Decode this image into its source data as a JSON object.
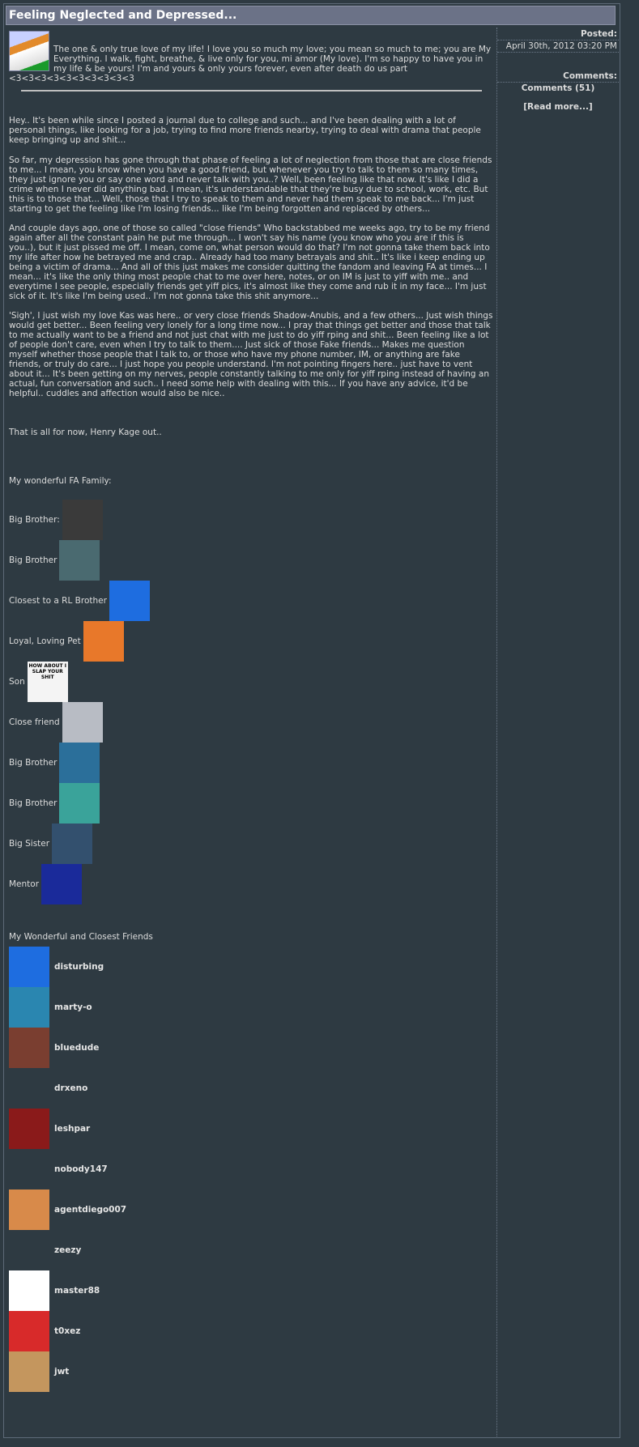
{
  "title": "Feeling Neglected and Depressed...",
  "sidebar": {
    "posted_label": "Posted:",
    "posted_date": "April 30th, 2012 03:20 PM",
    "comments_label": "Comments:",
    "comments_link": "Comments (51)",
    "read_more": "[Read more...]"
  },
  "header_text": "The one & only true love of my life! I love you so much my love; you mean so much to me; you are My Everything. I walk, fight, breathe, & live only for you, mi amor (My love). I'm so happy to have you in my life & be yours! I'm and yours & only yours forever, even after death do us part",
  "hearts": "<3<3<3<3<3<3<3<3<3<3",
  "paragraphs": [
    "Hey.. It's been while since I posted a journal due to college and such... and I've been dealing with a lot of personal things, like looking for a job, trying to find more friends nearby, trying to deal with drama that people keep bringing up and shit...",
    "So far, my depression has gone through that phase of feeling a lot of neglection from those that are close friends to me... I mean, you know when you have a good friend, but whenever you try to talk to them so many times, they just ignore you or say one word and never talk with you..? Well, been feeling like that now. It's like I did a crime when I never did anything bad. I mean, it's understandable that they're busy due to school, work, etc. But this is to those that... Well, those that I try to speak to them and never had them speak to me back... I'm just starting to get the feeling like I'm losing friends... like I'm being forgotten and replaced by others...",
    "And couple days ago, one of those so called \"close friends\" Who backstabbed me weeks ago, try to be my friend again after all the constant pain he put me through... I won't say his name (you know who you are if this is you..), but it just pissed me off. I mean, come on, what person would do that? I'm not gonna take them back into my life after how he betrayed me and crap.. Already had too many betrayals and shit.. It's like i keep ending up being a victim of drama... And all of this just makes me consider quitting the fandom and leaving FA at times... I mean... it's like the only thing most people chat to me over here, notes, or on IM is just to yiff with me.. and everytime I see people, especially friends get yiff pics, it's almost like they come and rub it in my face... I'm just sick of it. It's like I'm being used.. I'm not gonna take this shit anymore...",
    "'Sigh', I just wish my love Kas was here.. or very close friends Shadow-Anubis, and a few others... Just wish things would get better... Been feeling very lonely for a long time now... I pray that things get better and those that talk to me actually want to be a friend and not just chat with me just to do yiff rping and shit... Been feeling like a lot of people don't care, even when I try to talk to them.... Just sick of those Fake friends... Makes me question myself whether those people that I talk to, or those who have my phone number, IM, or anything are fake friends, or truly do care... I just hope you people understand. I'm not pointing fingers here.. just have to vent about it... It's been getting on my nerves, people constantly talking to me only for yiff rping instead of having an actual, fun conversation and such.. I need some help with dealing with this... If you have any advice, it'd be helpful.. cuddles and affection would also be nice.."
  ],
  "signoff": "That is all for now, Henry Kage out..",
  "family_heading": "My wonderful FA Family:",
  "family": [
    {
      "label": "Big Brother:",
      "color": "#3a3a3a"
    },
    {
      "label": "Big Brother",
      "color": "#4a6a70"
    },
    {
      "label": "Closest to a RL Brother",
      "color": "#1e6de0"
    },
    {
      "label": "Loyal, Loving Pet",
      "color": "#e8782a"
    },
    {
      "label": "Son",
      "color": "#f4f4f4",
      "image_text": "HOW ABOUT I SLAP YOUR SHIT"
    },
    {
      "label": "Close friend",
      "color": "#b8bcc4"
    },
    {
      "label": "Big Brother",
      "color": "#2b6f9a"
    },
    {
      "label": "Big Brother",
      "color": "#3aa39a"
    },
    {
      "label": "Big Sister",
      "color": "#33506e"
    },
    {
      "label": "Mentor",
      "color": "#1a2a9a"
    }
  ],
  "friends_heading": "My Wonderful and Closest Friends",
  "friends": [
    {
      "name": "disturbing",
      "color": "#1e6de0"
    },
    {
      "name": "marty-o",
      "color": "#2a86b0"
    },
    {
      "name": "bluedude",
      "color": "#7a3e30"
    },
    {
      "name": "drxeno",
      "color": "#2e3a42"
    },
    {
      "name": "leshpar",
      "color": "#8a1a1a"
    },
    {
      "name": "nobody147",
      "color": "#2e3a42"
    },
    {
      "name": "agentdiego007",
      "color": "#d88a4a"
    },
    {
      "name": "zeezy",
      "color": "#2e3a42"
    },
    {
      "name": "master88",
      "color": "#ffffff"
    },
    {
      "name": "t0xez",
      "color": "#d82a2a"
    },
    {
      "name": "jwt",
      "color": "#c4965e"
    }
  ]
}
